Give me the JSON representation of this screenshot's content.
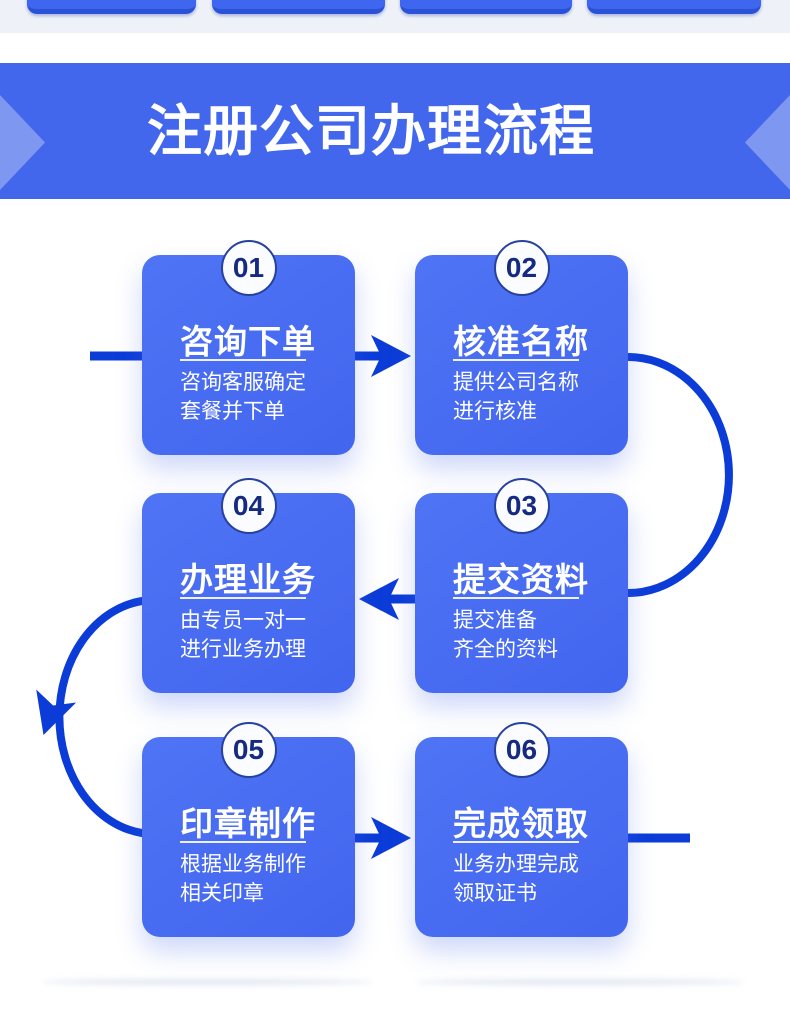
{
  "top_nav": {
    "buttons": [
      {
        "label": ""
      },
      {
        "label": ""
      },
      {
        "label": ""
      },
      {
        "label": ""
      }
    ]
  },
  "banner": {
    "title": "注册公司办理流程"
  },
  "flow": {
    "steps": [
      {
        "number": "01",
        "title": "咨询下单",
        "desc": [
          "咨询客服确定",
          "套餐并下单"
        ]
      },
      {
        "number": "02",
        "title": "核准名称",
        "desc": [
          "提供公司名称",
          "进行核准"
        ]
      },
      {
        "number": "03",
        "title": "提交资料",
        "desc": [
          "提交准备",
          "齐全的资料"
        ]
      },
      {
        "number": "04",
        "title": "办理业务",
        "desc": [
          "由专员一对一",
          "进行业务办理"
        ]
      },
      {
        "number": "05",
        "title": "印章制作",
        "desc": [
          "根据业务制作",
          "相关印章"
        ]
      },
      {
        "number": "06",
        "title": "完成领取",
        "desc": [
          "业务办理完成",
          "领取证书"
        ]
      }
    ]
  },
  "colors": {
    "banner_bg": "#4267ec",
    "banner_chevron": "rgba(255,255,255,0.32)",
    "card_bg": "#4a6cf2",
    "connector": "#0b3cd8",
    "step_number": "#152a80",
    "circle_bg": "#fafcff",
    "top_strip_bg": "#eef2f8",
    "button_bg": "#3f66ee"
  }
}
